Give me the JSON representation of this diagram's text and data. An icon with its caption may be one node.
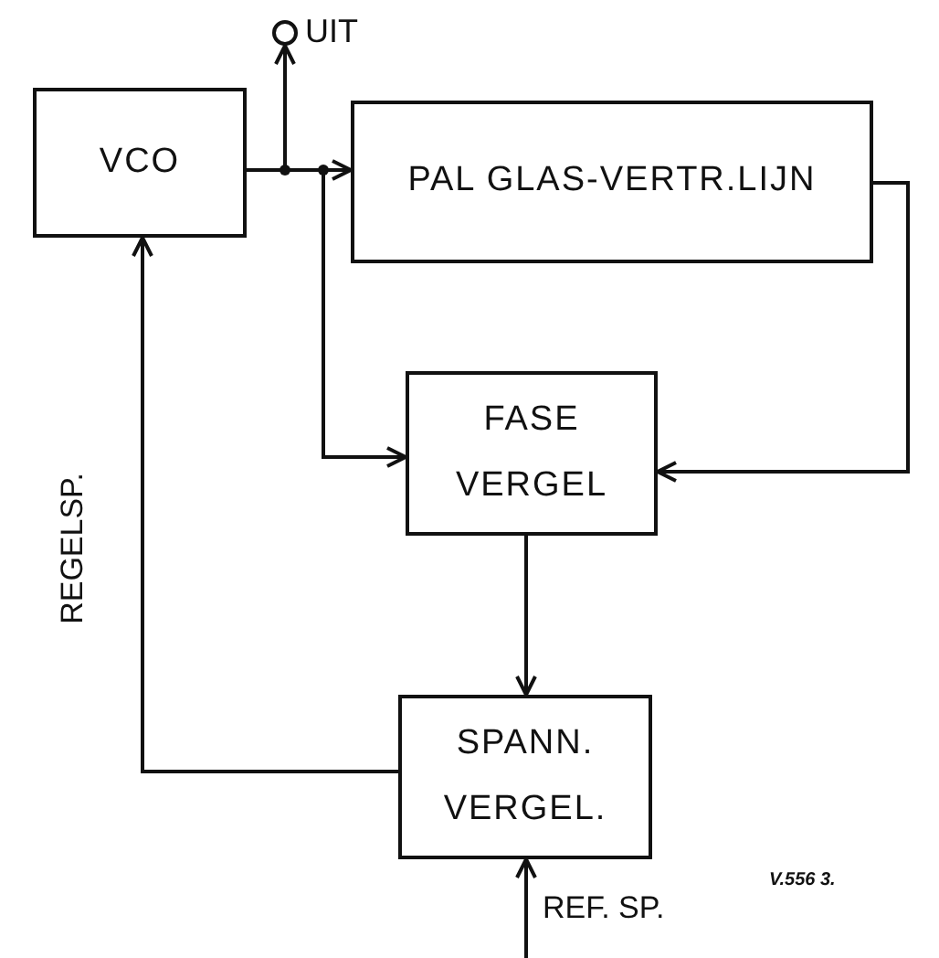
{
  "diagram": {
    "nodes": [
      {
        "text": [
          "VCO"
        ]
      },
      {
        "text": [
          "PAL GLAS-VERTR.LIJN"
        ]
      },
      {
        "text": [
          "FASE VERGEL"
        ]
      },
      {
        "text": [
          "SPANN. VERGEL."
        ]
      },
      {
        "text": [],
        "shape": "circle",
        "beside": [
          "UIT"
        ]
      }
    ],
    "edges": [
      {
        "from": 0,
        "to": 4,
        "arrow": "to"
      },
      {
        "from": 0,
        "to": 1,
        "arrow": "to"
      },
      {
        "from": 0,
        "to": 2,
        "arrow": "to"
      },
      {
        "from": 1,
        "to": 2,
        "arrow": "to"
      },
      {
        "from": 2,
        "to": 3,
        "arrow": "to"
      },
      {
        "from": 3,
        "to": 0,
        "arrow": "to",
        "label": "REGELSP."
      },
      {
        "from": null,
        "to": 3,
        "arrow": "to",
        "label": "REF. SP."
      }
    ],
    "labels": [
      "V.556 3."
    ]
  }
}
